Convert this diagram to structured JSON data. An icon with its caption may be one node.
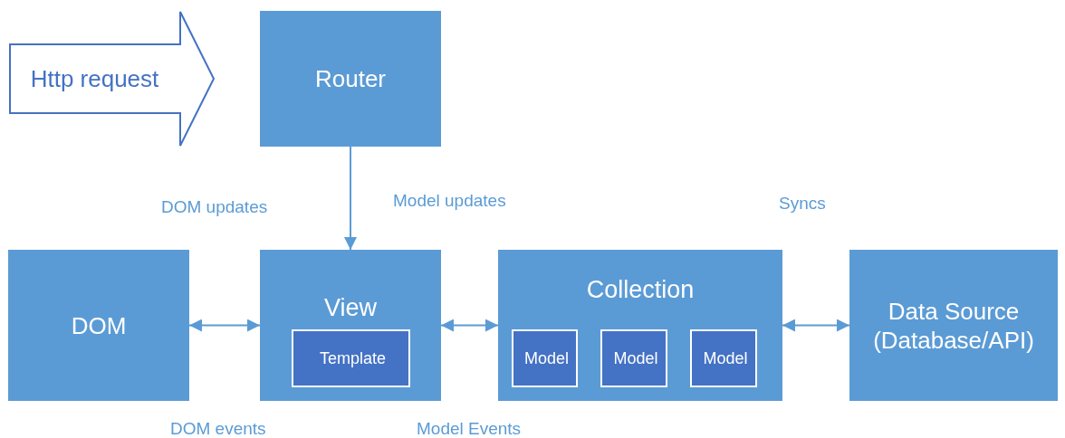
{
  "diagram": {
    "nodes": [
      {
        "text": [
          "Http request"
        ]
      },
      {
        "text": [
          "Router"
        ]
      },
      {
        "text": [
          "DOM"
        ]
      },
      {
        "text": [
          "View"
        ]
      },
      {
        "text": [
          "Template"
        ],
        "in": 3
      },
      {
        "text": [
          "Collection"
        ]
      },
      {
        "text": [
          "Model"
        ],
        "in": 5
      },
      {
        "text": [
          "Model"
        ],
        "in": 5
      },
      {
        "text": [
          "Model"
        ],
        "in": 5
      },
      {
        "text": [
          "Data Source (Database/API)"
        ]
      }
    ],
    "edges": [
      {
        "from": 1,
        "to": 3,
        "arrow": "to"
      },
      {
        "from": 2,
        "to": 3,
        "arrow": "both"
      },
      {
        "from": 3,
        "to": 5,
        "arrow": "both"
      },
      {
        "from": 5,
        "to": 9,
        "arrow": "both"
      }
    ],
    "labels": [
      "DOM updates",
      "Model updates",
      "Syncs",
      "DOM events",
      "Model Events"
    ]
  }
}
